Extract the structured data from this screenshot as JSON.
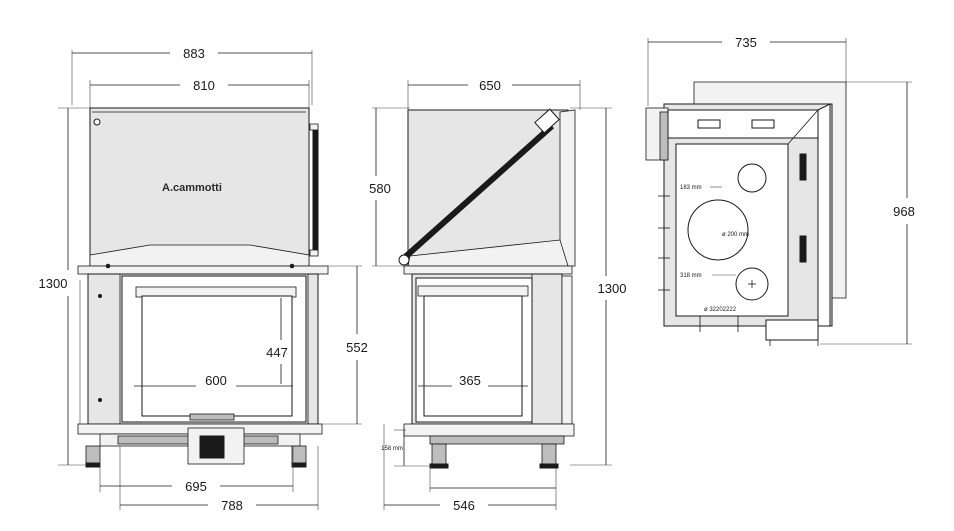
{
  "front_view": {
    "overall_width": "883",
    "top_width": "810",
    "height": "1300",
    "glass_height": "447",
    "opening_height": "552",
    "glass_width": "600",
    "base_width": "695",
    "bottom_width": "788",
    "brand": "A.cammotti"
  },
  "side_view": {
    "depth": "650",
    "hood_height": "580",
    "height": "1300",
    "glass_width": "365",
    "foot_height": "158 mm",
    "base_depth": "546"
  },
  "top_view": {
    "width": "735",
    "depth": "968",
    "flue_offset": "183 mm",
    "flue_diameter": "ø 200 mm",
    "inlet_offset": "318 mm",
    "code": "ø 32202222"
  },
  "colors": {
    "line": "#1a1a1a",
    "body_fill": "#e6e6e6",
    "background": "#ffffff"
  }
}
